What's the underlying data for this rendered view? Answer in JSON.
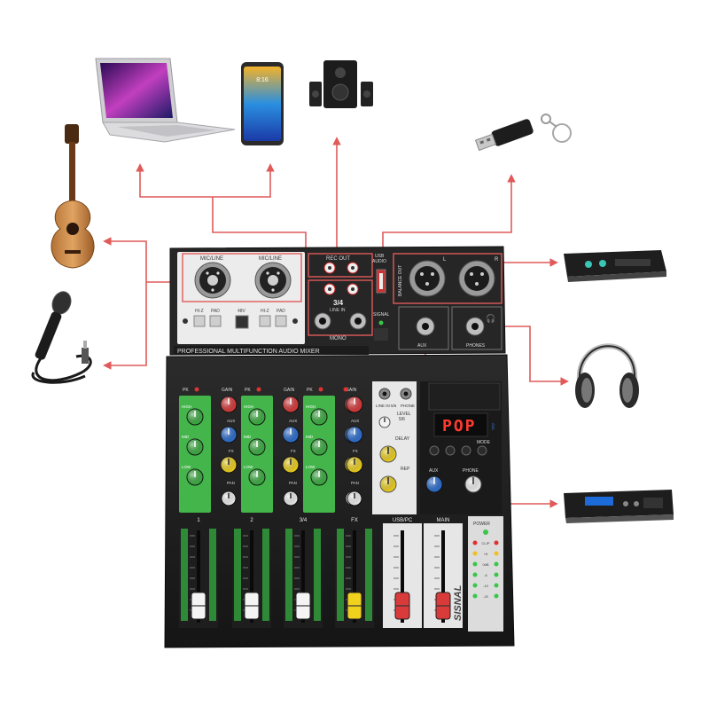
{
  "colors": {
    "connector_line": "#e05a5a",
    "panel_dark": "#1e1e1e",
    "panel_light": "#e8e8e8",
    "channel_green": "#43b54a",
    "knob_red": "#d93a3a",
    "knob_blue": "#2d6fd1",
    "knob_yellow": "#f0d21e",
    "knob_white": "#f2f2f2",
    "display_red": "#ff3b2f"
  },
  "devices": [
    {
      "id": "laptop",
      "icon": "laptop-icon"
    },
    {
      "id": "phone",
      "icon": "smartphone-icon"
    },
    {
      "id": "speakers",
      "icon": "speaker-icon"
    },
    {
      "id": "usb-drive",
      "icon": "usb-drive-icon"
    },
    {
      "id": "guitar",
      "icon": "ukulele-icon"
    },
    {
      "id": "microphone",
      "icon": "microphone-icon"
    },
    {
      "id": "amplifier",
      "icon": "amplifier-icon"
    },
    {
      "id": "headphones",
      "icon": "headphones-icon"
    },
    {
      "id": "processor",
      "icon": "rack-processor-icon"
    }
  ],
  "mixer": {
    "top": {
      "mic_line_1": "MIC/LINE",
      "mic_line_2": "MIC/LINE",
      "rec_out": "REC OUT",
      "line_in": "3/4",
      "line_in_sub": "LINE IN",
      "mono": "MONO",
      "usb_audio": "USB\nAUDIO",
      "balance_out": "BALANCE OUT",
      "signal": "SIGNAL",
      "phantom": "48V",
      "pad_labels": [
        "HI-Z",
        "PAD",
        "HI-Z",
        "PAD"
      ],
      "aux": "AUX",
      "phones": "PHONES",
      "tagline": "PROFESSIONAL MULTIFUNCTION AUDIO MIXER",
      "l": "L",
      "r": "R"
    },
    "channels": [
      {
        "label": "1",
        "pk": "PK",
        "gain": "GAIN",
        "eq": [
          "HIGH",
          "MID",
          "LOW"
        ],
        "aux": "AUX",
        "fx": "FX",
        "pan": "PAN"
      },
      {
        "label": "2",
        "pk": "PK",
        "gain": "GAIN",
        "eq": [
          "HIGH",
          "MID",
          "LOW"
        ],
        "aux": "AUX",
        "fx": "FX",
        "pan": "PAN"
      },
      {
        "label": "3/4",
        "pk": "PK",
        "gain": "GAIN",
        "eq": [
          "HIGH",
          "MID",
          "LOW"
        ],
        "aux": "AUX",
        "fx": "FX",
        "pan": "PAN"
      }
    ],
    "fx_section": {
      "line_in": "LINE IN 5/6",
      "phone": "PHONE",
      "level": "LEVEL\n5/6",
      "delay": "DELAY",
      "rep": "REP",
      "display": "POP",
      "mode": "MODE",
      "aux": "AUX",
      "phone_knob": "PHONE",
      "fx": "FX",
      "usb_pc": "USB/PC",
      "main": "MAIN",
      "power": "POWER",
      "brand": "SISNAL",
      "meter_labels": [
        "CLIP",
        "+6",
        "0dB",
        "-6",
        "-10",
        "-20"
      ]
    }
  }
}
